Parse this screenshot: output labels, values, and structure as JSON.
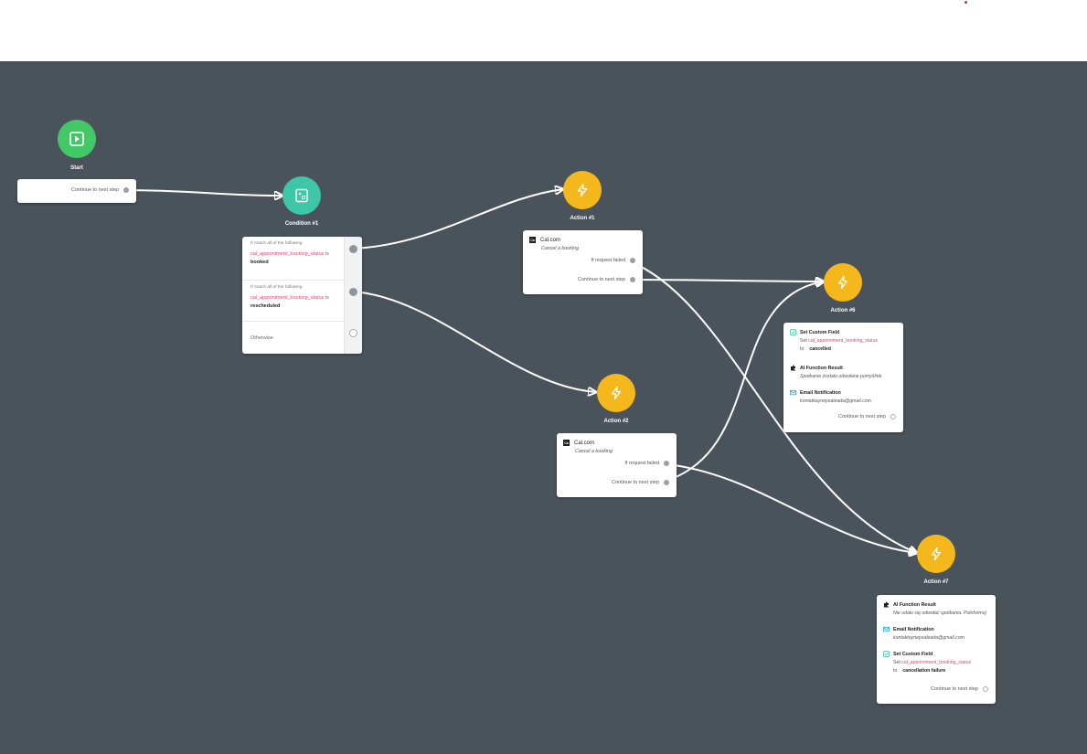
{
  "nodes": {
    "start": {
      "label": "Start",
      "port": "Continue to next step"
    },
    "condition1": {
      "label": "Condition #1",
      "branches": [
        {
          "header": "If match all of the following",
          "field": "cal_appointment_booking_status",
          "operator": "is",
          "value": "booked"
        },
        {
          "header": "If match all of the following",
          "field": "cal_appointment_booking_status",
          "operator": "is",
          "value": "rescheduled"
        }
      ],
      "otherwise": "Otherwise"
    },
    "action1": {
      "label": "Action #1",
      "app": "Cal.com",
      "badge": "Ca",
      "description": "Cancel a booking",
      "fail_port": "If request failed",
      "next_port": "Continue to next step"
    },
    "action2": {
      "label": "Action #2",
      "app": "Cal.com",
      "badge": "Ca",
      "description": "Cancel a booking",
      "fail_port": "If request failed",
      "next_port": "Continue to next step"
    },
    "action6": {
      "label": "Action #6",
      "set_field": {
        "title": "Set Custom Field",
        "prefix": "Set",
        "field": "cal_appointment_booking_status",
        "to": "to",
        "value": "cancelled"
      },
      "ai": {
        "title": "AI Function Result",
        "text": "Spotkanie zostało odwołane pomyślnie"
      },
      "email": {
        "title": "Email Notification",
        "text": "kontaktaynepsaleada@gmail.com"
      },
      "next_port": "Continue to next step"
    },
    "action7": {
      "label": "Action #7",
      "ai": {
        "title": "AI Function Result",
        "text": "Nie udało się odwołać spotkania. Poinformuj"
      },
      "email": {
        "title": "Email Notification",
        "text": "kontaktaynepsaleada@gmail.com"
      },
      "set_field": {
        "title": "Set Custom Field",
        "prefix": "Set",
        "field": "cal_appointment_booking_status",
        "to": "to",
        "value": "cancellation failure"
      },
      "next_port": "Continue to next step"
    }
  },
  "colors": {
    "canvas": "#4a535b",
    "start": "#44c767",
    "condition": "#3ec6a8",
    "action": "#f5b81c",
    "field": "#e0457b",
    "connector": "#ffffff"
  },
  "icons": {
    "start": "play-icon",
    "condition": "condition-icon",
    "action": "lightning-icon",
    "ai": "puzzle-icon",
    "email": "mail-icon",
    "set_field": "checkbox-icon"
  }
}
